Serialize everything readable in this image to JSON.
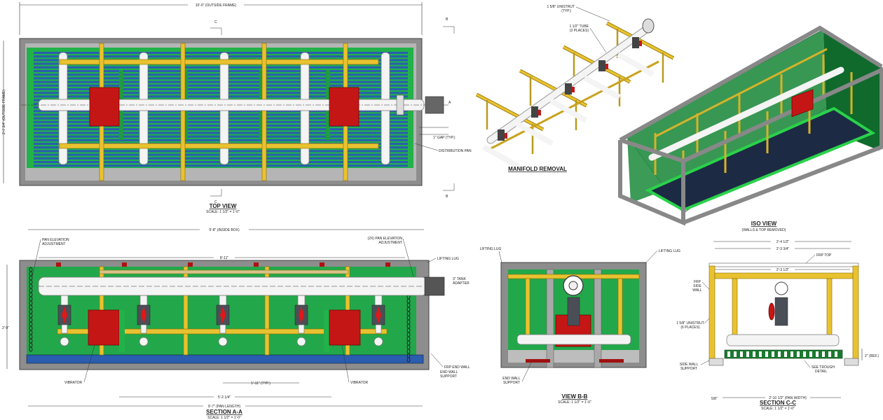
{
  "top_view": {
    "title": "TOP VIEW",
    "scale": "SCALE: 1 1/2\" = 1'-0\"",
    "dim_length": "10'-0\" (OUTSIDE FRAME)",
    "dim_width": "2'-7 3/4\" (OUTSIDE FRAME)",
    "gap": "1\" GAP (TYP.)",
    "distribution_pan": "DISTRIBUTION PAN",
    "section_a": "A",
    "section_b": "B",
    "section_c": "C"
  },
  "manifold_removal": {
    "title": "MANIFOLD REMOVAL",
    "unistrut": "1 5/8\" UNISTRUT",
    "unistrut_note": "(TYP.)",
    "tube": "1 1/2\" TUBE",
    "tube_note": "(3 PLACES)"
  },
  "iso_view": {
    "title": "ISO VIEW",
    "subtitle": "(WALLS & TOP REMOVED)"
  },
  "section_aa": {
    "title": "SECTION A-A",
    "scale": "SCALE: 1 1/2\" = 1'-0\"",
    "dim_inside_box": "9'-8\" (INSIDE BOX)",
    "dim_8_11": "8'-11\"",
    "dim_height": "2'-9\"",
    "pan_elev_1": "PAN ELEVATION",
    "pan_elev_2": "ADJUSTMENT",
    "pan_elev_2x_1": "(2X) PAN ELEVATION",
    "pan_elev_2x_2": "ADJUSTMENT",
    "lifting_lug": "LIFTING LUG",
    "tank_adapter_1": "3\" TANK",
    "tank_adapter_2": "ADAPTER",
    "frp_end_wall": "FRP END WALL",
    "end_wall_support_1": "END WALL",
    "end_wall_support_2": "SUPPORT",
    "vibrator": "VIBRATOR",
    "dim_typ": "1'-11\" (TYP.)",
    "dim_5_2": "5'-2 1/4\"",
    "dim_pan_length": "9'-7\" (PAN LENGTH)"
  },
  "view_bb": {
    "title": "VIEW B-B",
    "scale": "SCALE: 1 1/2\" = 1'-0\"",
    "lifting_lug_left": "LIFTING LUG",
    "lifting_lug_right": "LIFTING LUG",
    "end_wall_support_1": "END WALL",
    "end_wall_support_2": "SUPPORT"
  },
  "section_cc": {
    "title": "SECTION C-C",
    "scale": "SCALE: 1 1/2\" = 1'-0\"",
    "dim_1": "2'-4 1/2\"",
    "dim_2": "2'-3 3/4\"",
    "dim_3": "2'-3 1/2\"",
    "frp_top": "FRP TOP",
    "frp_side_1": "FRP",
    "frp_side_2": "SIDE",
    "frp_side_3": "WALL",
    "unistrut_1": "1 5/8\" UNISTRUT",
    "unistrut_2": "(6 PLACES)",
    "side_wall_support_1": "SIDE WALL",
    "side_wall_support_2": "SUPPORT",
    "trough_1": "SEE TROUGH",
    "trough_2": "DETAIL",
    "ref": "2\" (REF.)",
    "dim_5_8": "5/8\"",
    "pan_width": "2'-10 1/2\" (PAN WIDTH)"
  },
  "colors": {
    "frame": "#8d8d8d",
    "pan_green": "#22b24a",
    "wall_green": "#1a8a3a",
    "unistrut_yellow": "#e8c230",
    "vibrator_red": "#c51616",
    "trough_blue": "#2a5db0"
  }
}
